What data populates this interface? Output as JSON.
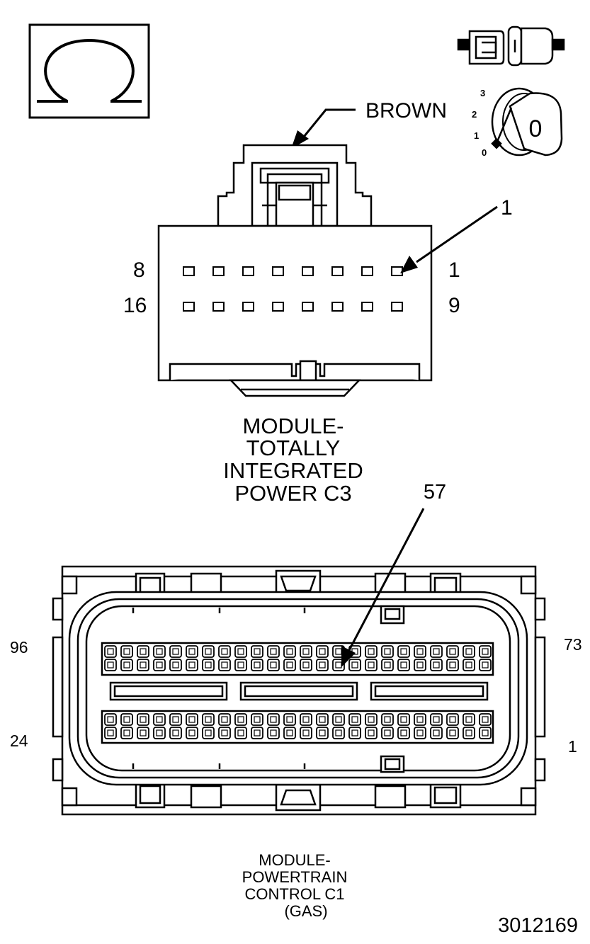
{
  "ohm_symbol": "Ω",
  "icons": {
    "ohm": "ohmmeter-icon",
    "connector": "disconnected-connector-icon",
    "ignition": "ignition-key-off-icon"
  },
  "ignition": {
    "positions": [
      "3",
      "2",
      "1",
      "0"
    ],
    "key_position": "0"
  },
  "c3": {
    "wire_color": "BROWN",
    "callout_pin": "1",
    "row_labels": {
      "top_left": "8",
      "top_right": "1",
      "bottom_left": "16",
      "bottom_right": "9"
    },
    "title_lines": [
      "MODULE-",
      "TOTALLY",
      "INTEGRATED",
      "POWER C3"
    ]
  },
  "c1": {
    "callout_pin": "57",
    "corner_labels": {
      "top_left": "96",
      "top_right": "73",
      "bottom_left": "24",
      "bottom_right": "1"
    },
    "title_lines": [
      "MODULE-",
      "POWERTRAIN",
      "CONTROL C1",
      "(GAS)"
    ]
  },
  "figure_id": "3012169"
}
